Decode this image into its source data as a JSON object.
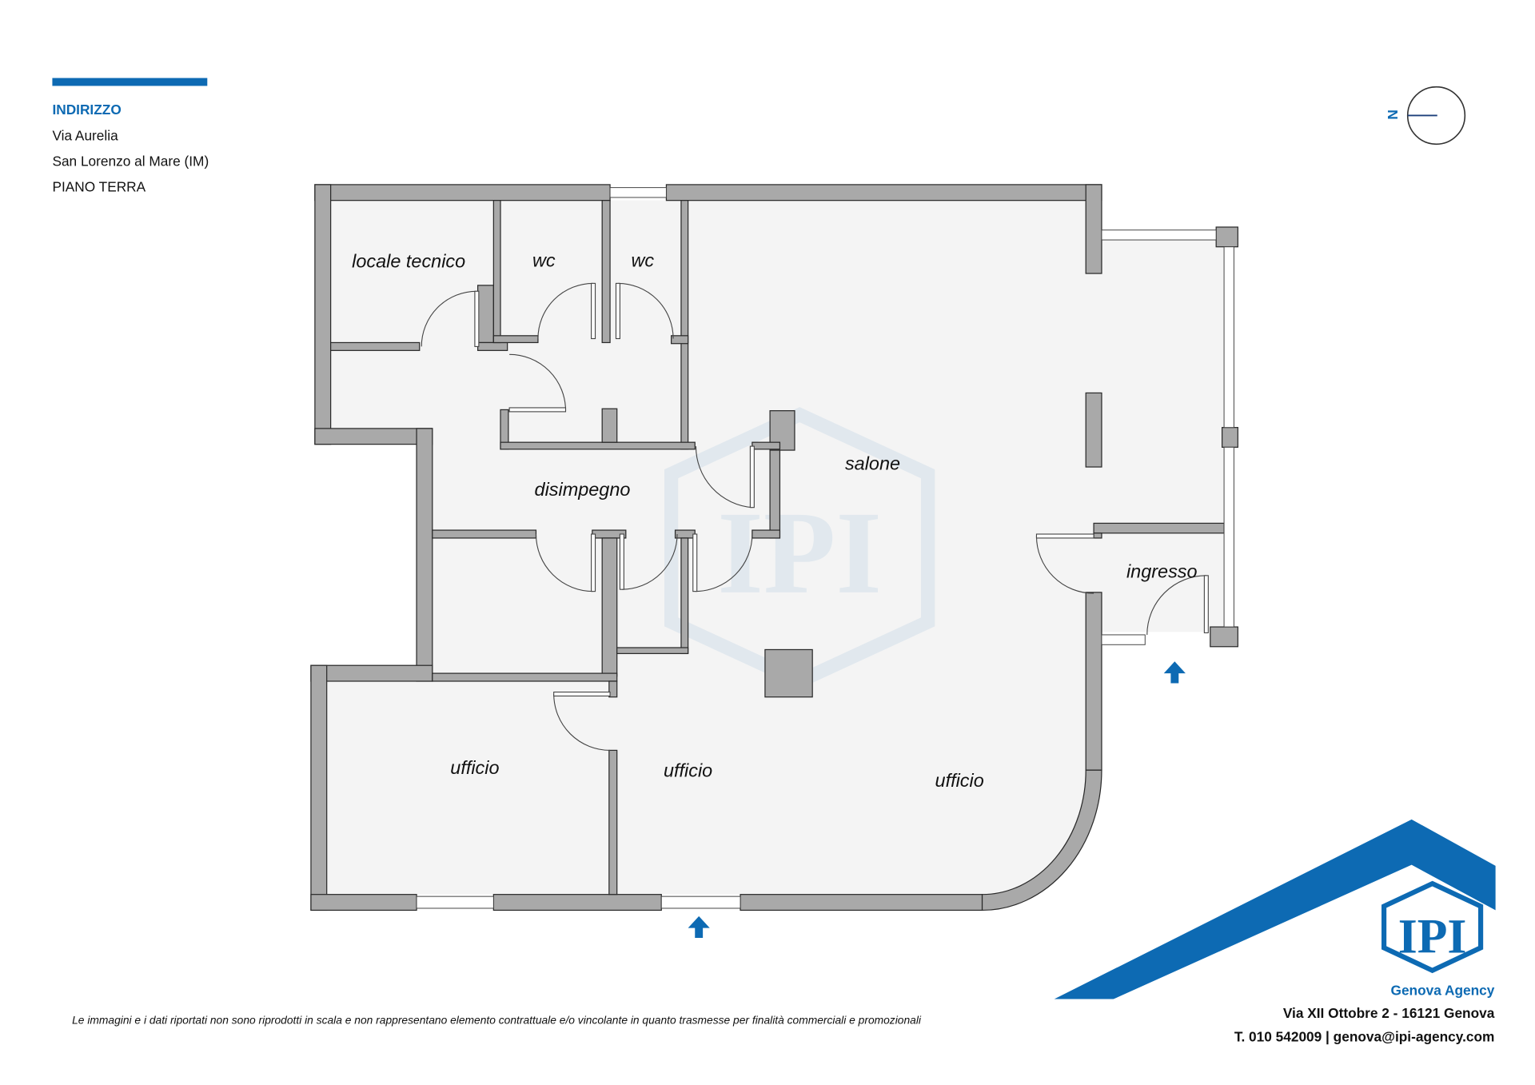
{
  "header": {
    "section_title": "INDIRIZZO",
    "address_line1": "Via Aurelia",
    "address_line2": "San Lorenzo al Mare (IM)",
    "floor": "PIANO TERRA"
  },
  "compass": {
    "label": "N"
  },
  "rooms": [
    {
      "label": "locale tecnico"
    },
    {
      "label": "wc"
    },
    {
      "label": "wc"
    },
    {
      "label": "salone"
    },
    {
      "label": "disimpegno"
    },
    {
      "label": "ingresso"
    },
    {
      "label": "ufficio"
    },
    {
      "label": "ufficio"
    },
    {
      "label": "ufficio"
    }
  ],
  "footer": {
    "disclaimer": "Le immagini e i dati riportati non sono riprodotti in scala e non rappresentano elemento contrattuale e/o vincolante in quanto trasmesse per finalità commerciali e promozionali",
    "agency_name": "Genova Agency",
    "agency_address": "Via XII Ottobre 2 - 16121 Genova",
    "agency_contact": "T. 010 542009 | genova@ipi-agency.com",
    "logo_text": "IPI"
  },
  "colors": {
    "brand": "#0d6ab3",
    "wall": "#a9a9a9",
    "floor": "#f4f4f4"
  }
}
